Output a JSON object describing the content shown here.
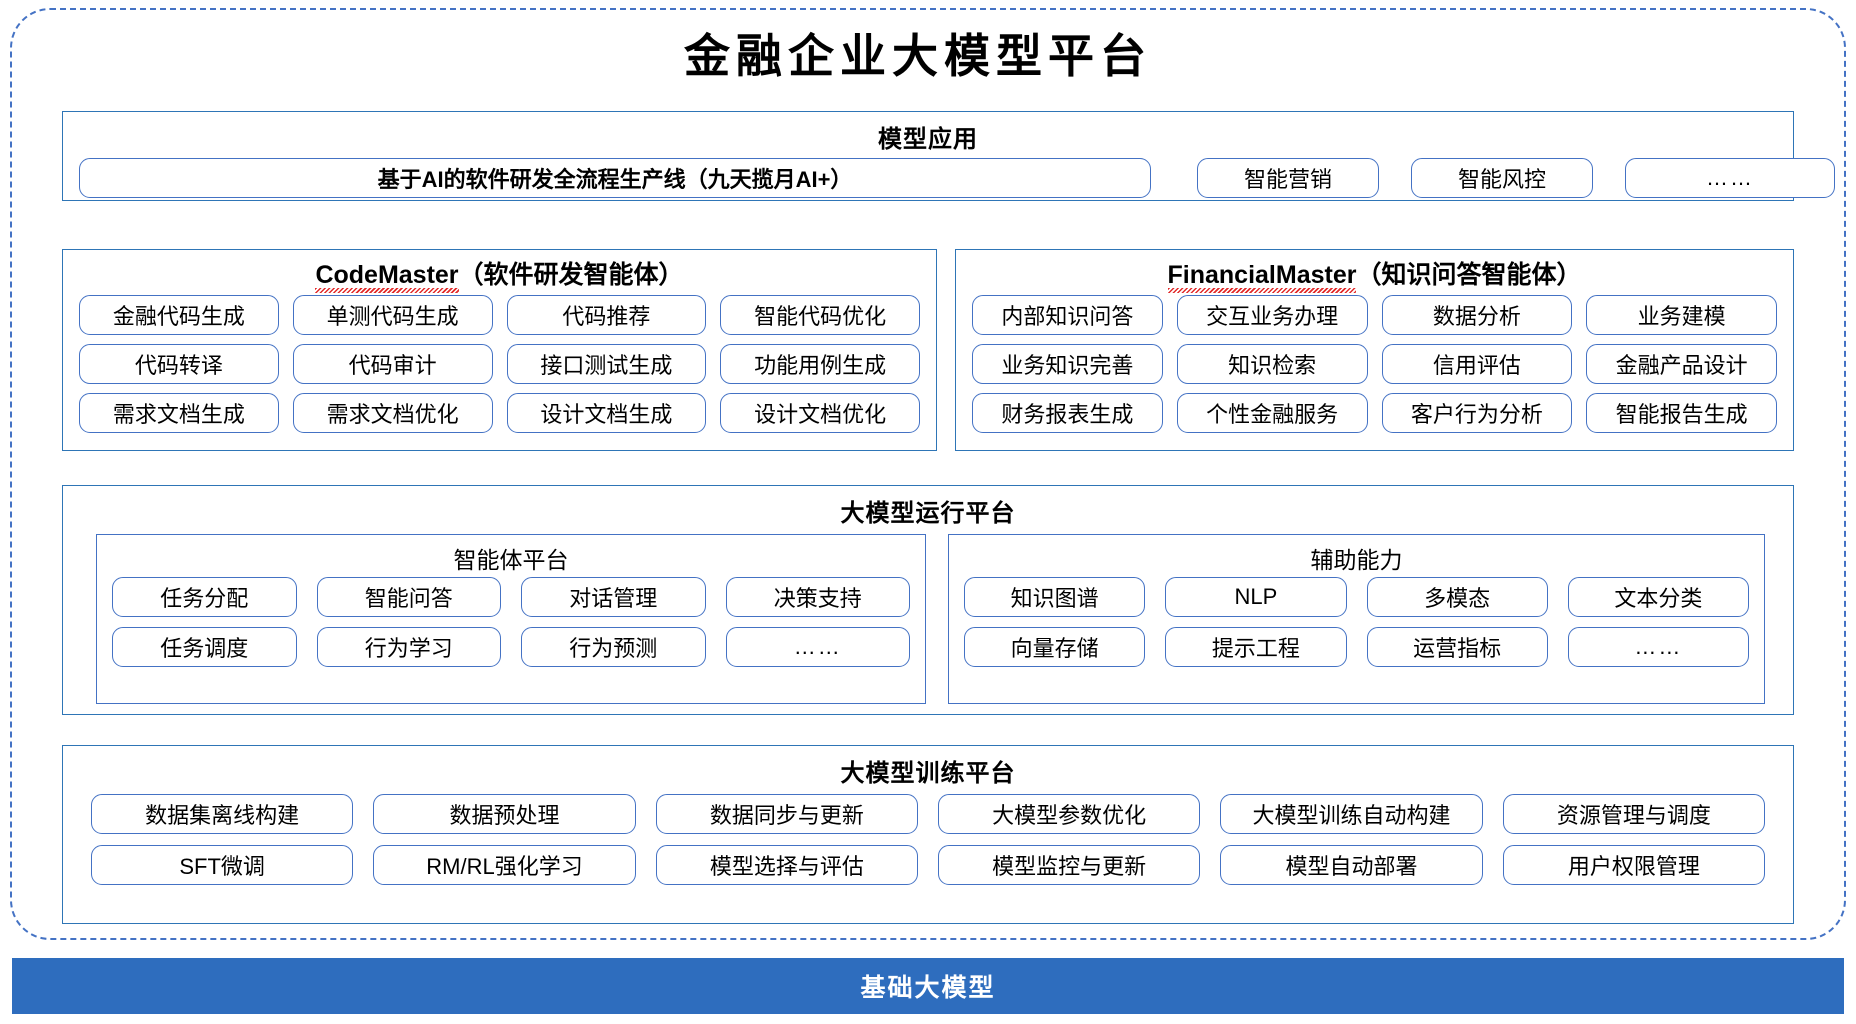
{
  "title": "金融企业大模型平台",
  "sections": {
    "app": {
      "title": "模型应用",
      "items": [
        "基于AI的软件研发全流程生产线（九天揽月AI+）",
        "智能营销",
        "智能风控",
        "……"
      ]
    },
    "code_master": {
      "name_en": "CodeMaster",
      "name_cn": "（软件研发智能体）",
      "items": [
        "金融代码生成",
        "单测代码生成",
        "代码推荐",
        "智能代码优化",
        "代码转译",
        "代码审计",
        "接口测试生成",
        "功能用例生成",
        "需求文档生成",
        "需求文档优化",
        "设计文档生成",
        "设计文档优化"
      ]
    },
    "financial_master": {
      "name_en": "FinancialMaster",
      "name_cn": "（知识问答智能体）",
      "items": [
        "内部知识问答",
        "交互业务办理",
        "数据分析",
        "业务建模",
        "业务知识完善",
        "知识检索",
        "信用评估",
        "金融产品设计",
        "财务报表生成",
        "个性金融服务",
        "客户行为分析",
        "智能报告生成"
      ]
    },
    "runtime": {
      "title": "大模型运行平台",
      "agent_platform": {
        "title": "智能体平台",
        "items": [
          "任务分配",
          "智能问答",
          "对话管理",
          "决策支持",
          "任务调度",
          "行为学习",
          "行为预测",
          "……"
        ]
      },
      "aux_capability": {
        "title": "辅助能力",
        "items": [
          "知识图谱",
          "NLP",
          "多模态",
          "文本分类",
          "向量存储",
          "提示工程",
          "运营指标",
          "……"
        ]
      }
    },
    "training": {
      "title": "大模型训练平台",
      "items": [
        "数据集离线构建",
        "数据预处理",
        "数据同步与更新",
        "大模型参数优化",
        "大模型训练自动构建",
        "资源管理与调度",
        "SFT微调",
        "RM/RL强化学习",
        "模型选择与评估",
        "模型监控与更新",
        "模型自动部署",
        "用户权限管理"
      ]
    },
    "base": {
      "title": "基础大模型"
    }
  },
  "colors": {
    "accent_blue": "#2E6DBE",
    "border_blue": "#4472C4",
    "panel_border": "#2E75B6",
    "spellcheck_red": "#E02020"
  }
}
